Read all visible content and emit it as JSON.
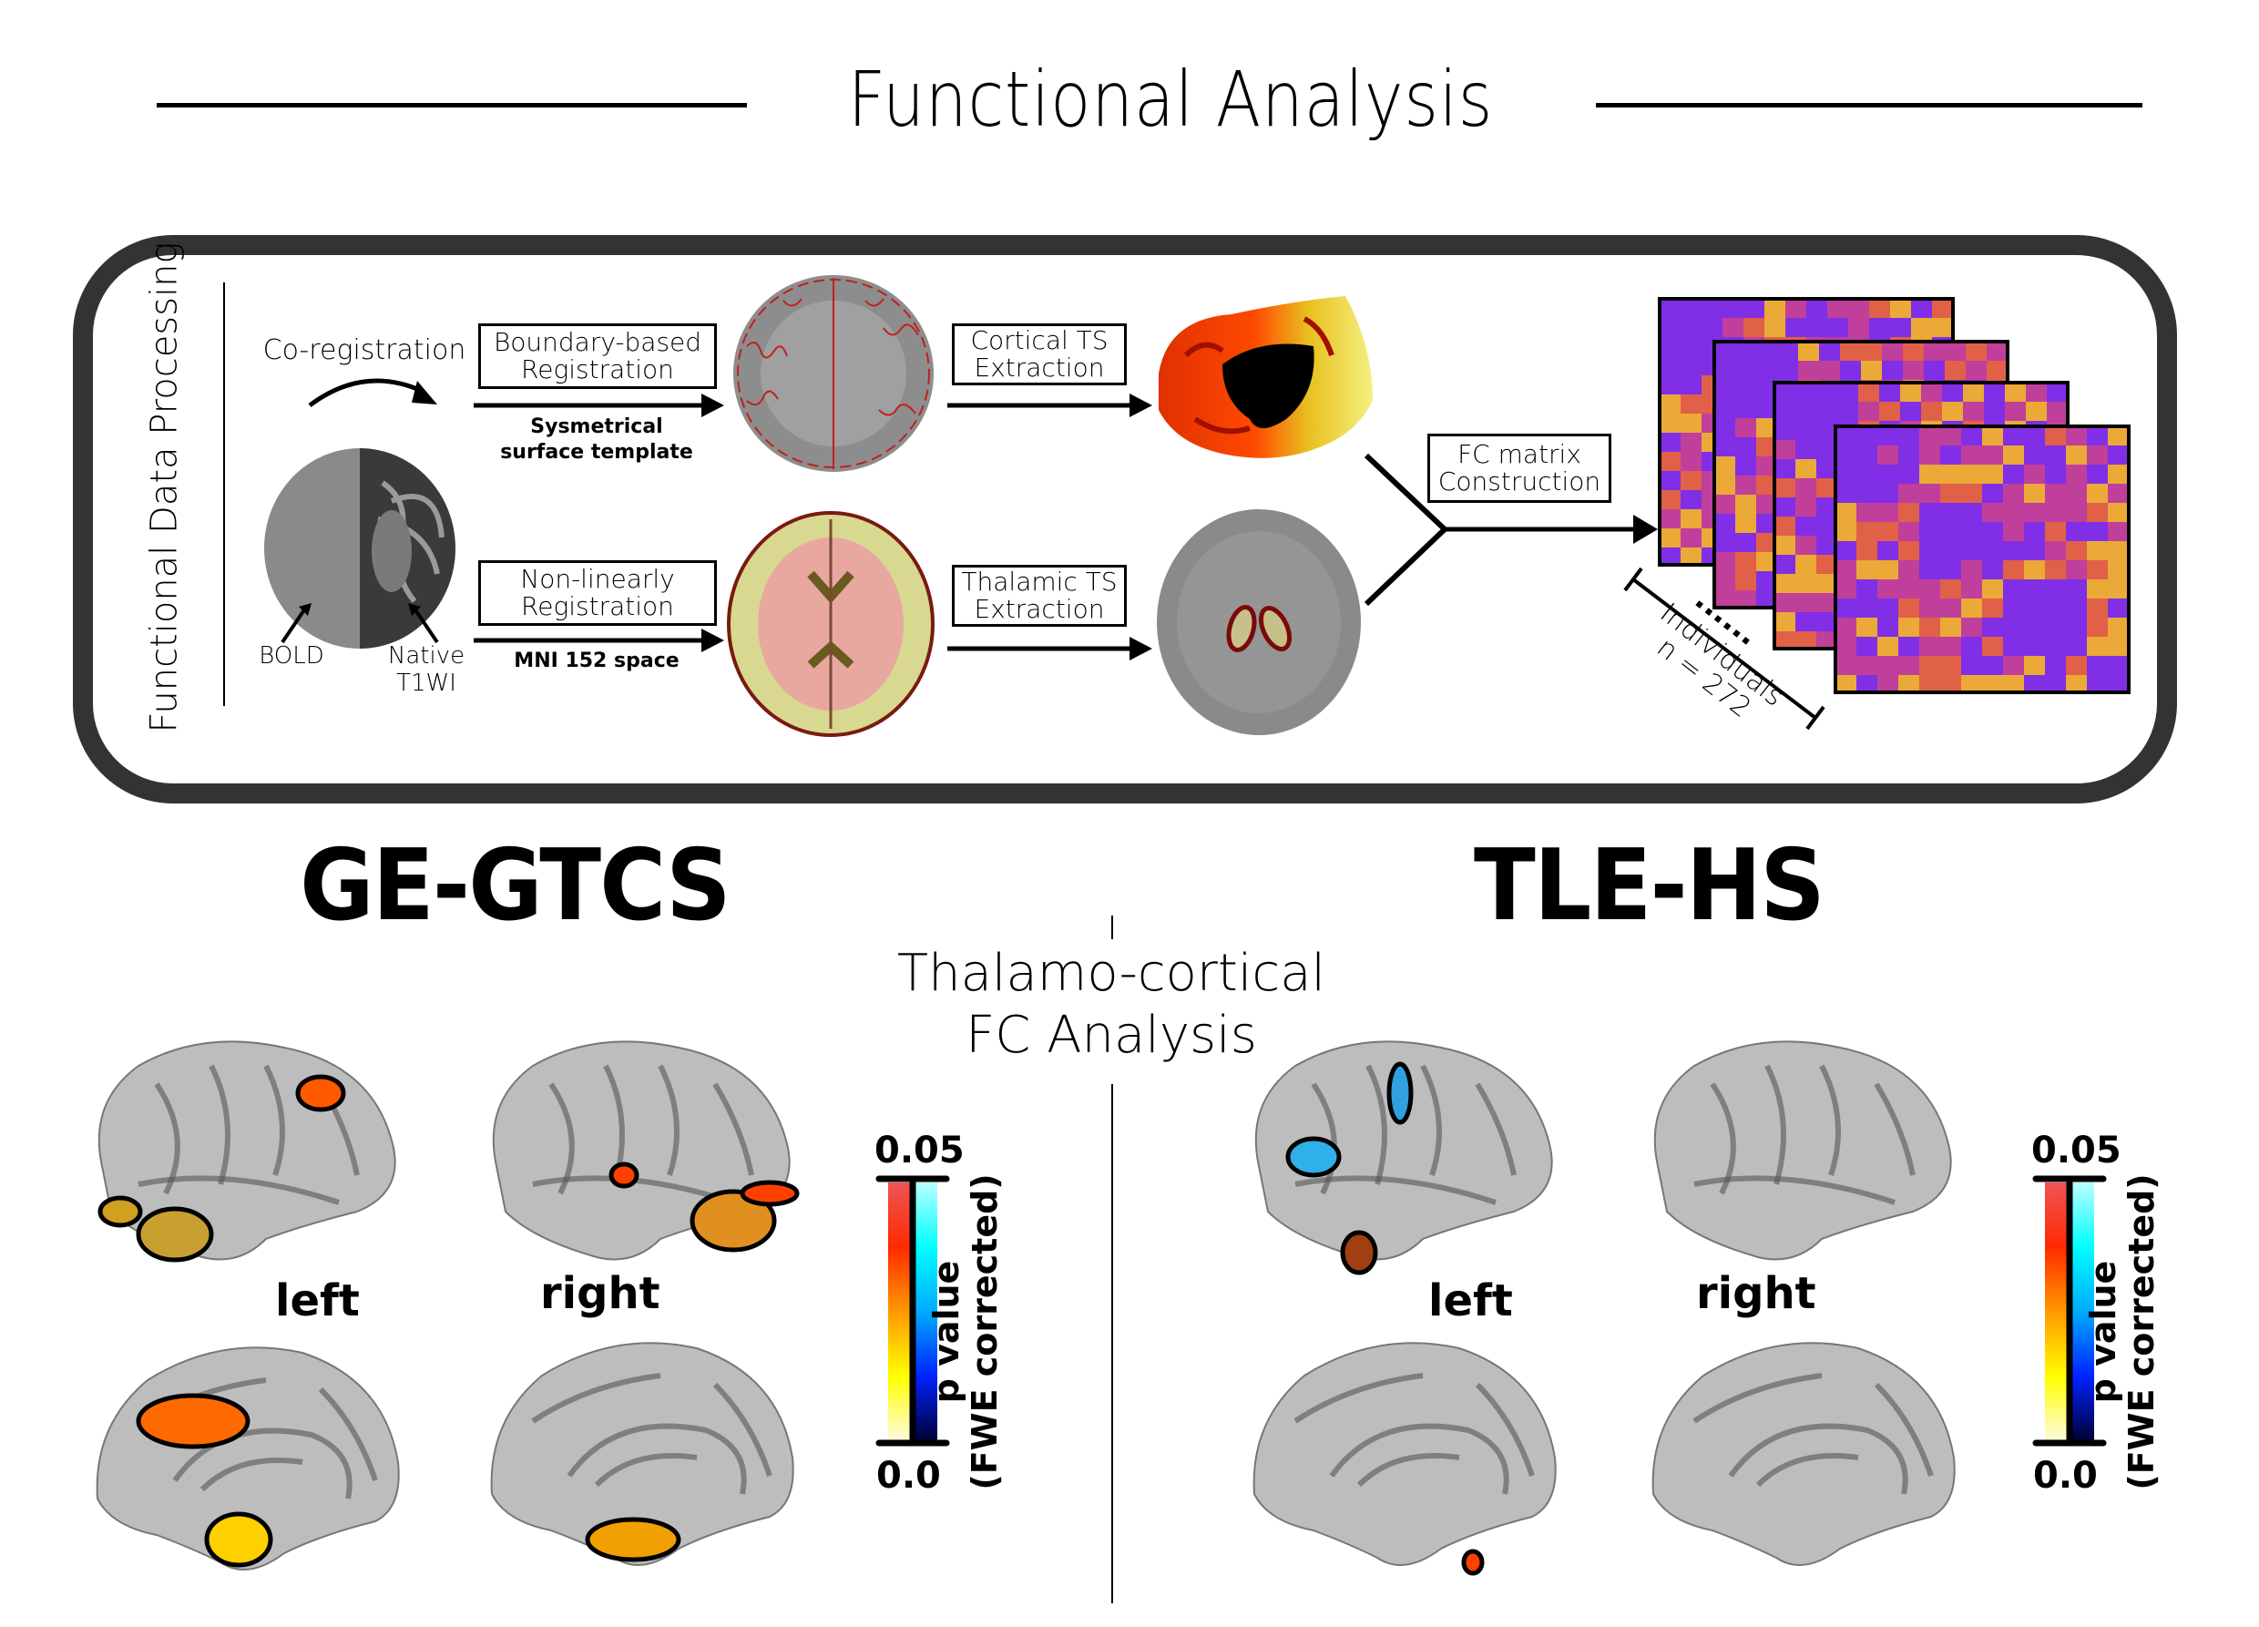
{
  "header": {
    "title": "Functional Analysis"
  },
  "pipeline": {
    "section_label": "Functional Data Processing",
    "coregistration_label": "Co-registration",
    "bold_label": "BOLD",
    "t1_label": "Native T1WI",
    "step_boundary": "Boundary-based Registration",
    "step_boundary_note": "Sysmetrical surface template",
    "step_nonlinear": "Non-linearly Registration",
    "step_nonlinear_note": "MNI 152 space",
    "step_cortical_ts": "Cortical TS Extraction",
    "step_thalamic_ts": "Thalamic TS Extraction",
    "step_fc_matrix": "FC matrix Construction",
    "individuals_label": "Individuals",
    "individuals_n": "n = 272",
    "ellipsis": "......",
    "matrix_count_shown": 4
  },
  "results": {
    "center_title_line1": "Thalamo-cortical",
    "center_title_line2": "FC Analysis",
    "groups": [
      {
        "name": "GE-GTCS",
        "left_label": "left",
        "right_label": "right",
        "colorbar": {
          "max": "0.05",
          "min": "0.0",
          "title_line1": "p value",
          "title_line2": "(FWE corrected)"
        }
      },
      {
        "name": "TLE-HS",
        "left_label": "left",
        "right_label": "right",
        "colorbar": {
          "max": "0.05",
          "min": "0.0",
          "title_line1": "p value",
          "title_line2": "(FWE corrected)"
        }
      }
    ]
  },
  "colors": {
    "panel_border": "#333333",
    "positive_scale": [
      "#fffbe0",
      "#ffff00",
      "#ff9900",
      "#ff2a00",
      "#ee5555"
    ],
    "negative_scale": [
      "#000033",
      "#0022ff",
      "#00aaff",
      "#00ffff",
      "#bbffff"
    ],
    "fc_matrix": [
      "#7a2cf0",
      "#c03f9a",
      "#e4643f",
      "#f0b52c"
    ],
    "cortex_surface": "#bdbdbd"
  }
}
